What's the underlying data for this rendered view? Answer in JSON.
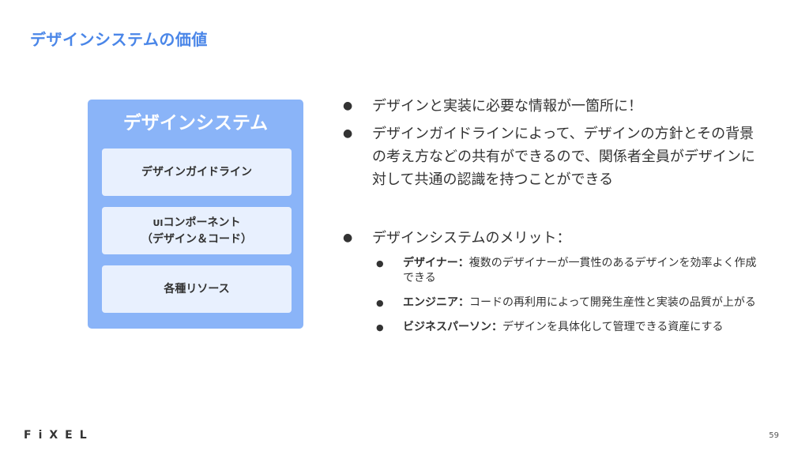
{
  "title": "デザインシステムの価値",
  "panel": {
    "heading": "デザインシステム",
    "cards": {
      "guideline": "デザインガイドライン",
      "components_ui": "UI",
      "components_rest": "コンポーネント",
      "components_sub": "（デザイン＆コード）",
      "resources": "各種リソース"
    }
  },
  "bullets": {
    "dot": "●",
    "item1": "デザインと実装に必要な情報が一箇所に！",
    "item2": "デザインガイドラインによって、デザインの方針とその背景の考え方などの共有ができるので、関係者全員がデザインに対して共通の認識を持つことができる",
    "item3": "デザインシステムのメリット：",
    "sub": [
      {
        "lead": "デザイナー：",
        "text": "複数のデザイナーが一貫性のあるデザインを効率よく作成できる"
      },
      {
        "lead": "エンジニア：",
        "text": "コードの再利用によって開発生産性と実装の品質が上がる"
      },
      {
        "lead": "ビジネスパーソン：",
        "text": "デザインを具体化して管理できる資産にする"
      }
    ]
  },
  "footer": {
    "logo": "FiXEL",
    "page_number": "59"
  }
}
